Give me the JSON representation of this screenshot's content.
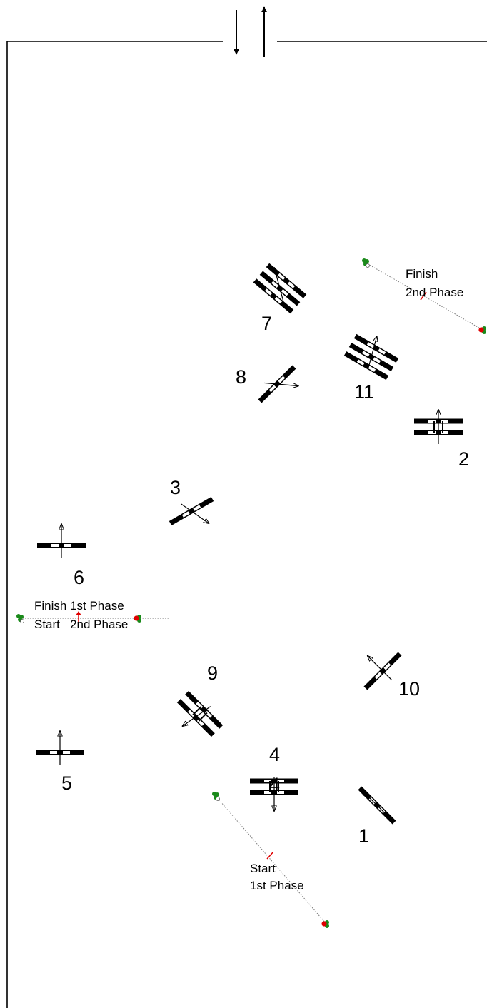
{
  "colors": {
    "line": "#000000",
    "marker_dot": "#e00000",
    "marker_leaf": "#1a8a1a",
    "direction_arrow": "#e00000",
    "dotted_line": "#7a7a7a"
  },
  "course": {
    "labels": {
      "start_1": "Start",
      "start_1_phase": "1st Phase",
      "finish_1": "Finish 1st Phase",
      "start_2": "Start   2nd Phase",
      "finish_2": "Finish",
      "finish_2_phase": "2nd Phase"
    },
    "obstacles": [
      {
        "number": "1",
        "kind": "single",
        "icon": "vertical-fence-icon"
      },
      {
        "number": "2",
        "kind": "double",
        "icon": "oxer-fence-icon"
      },
      {
        "number": "3",
        "kind": "single",
        "icon": "vertical-fence-icon"
      },
      {
        "number": "4",
        "kind": "double",
        "icon": "oxer-fence-icon"
      },
      {
        "number": "5",
        "kind": "single",
        "icon": "vertical-fence-icon"
      },
      {
        "number": "6",
        "kind": "single",
        "icon": "vertical-fence-icon"
      },
      {
        "number": "7",
        "kind": "triple",
        "icon": "triple-bar-fence-icon"
      },
      {
        "number": "8",
        "kind": "single",
        "icon": "vertical-fence-icon"
      },
      {
        "number": "9",
        "kind": "double",
        "icon": "oxer-fence-icon"
      },
      {
        "number": "10",
        "kind": "single",
        "icon": "vertical-fence-icon"
      },
      {
        "number": "11",
        "kind": "triple",
        "icon": "triple-bar-fence-icon"
      },
      {
        "number": "4",
        "kind": "overlay",
        "icon": "number-overlay"
      }
    ]
  }
}
